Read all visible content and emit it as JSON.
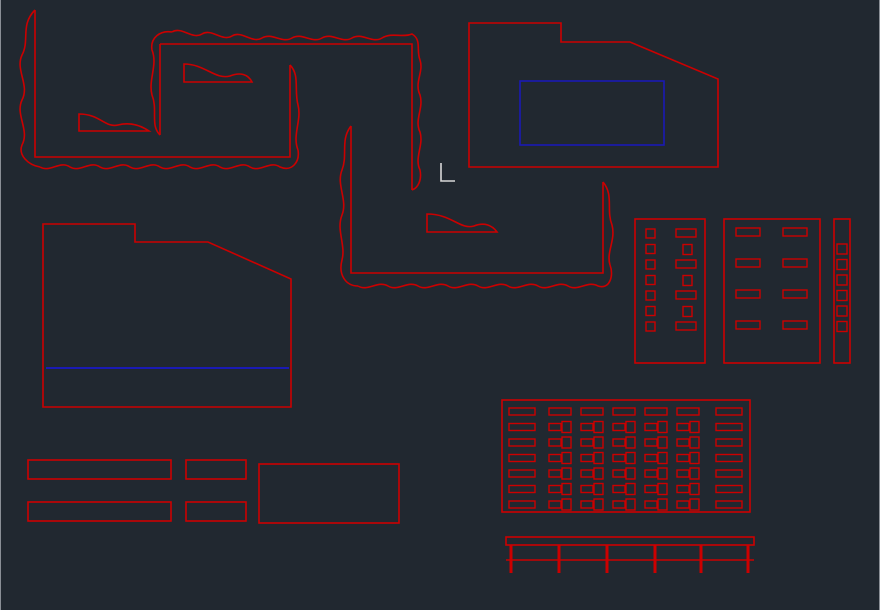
{
  "canvas": {
    "background": "#212830",
    "line_color": "#cc0000",
    "accent_line_color": "#1a1ab4",
    "cursor_color": "#d8d8d8",
    "cursor_icon": "crosshair-pickbox"
  },
  "objects": [
    "furniture-layout-left",
    "furniture-layout-middle",
    "building-footprint-top-right",
    "building-footprint-left",
    "facade-elevation-a",
    "facade-elevation-b",
    "facade-elevation-c",
    "facade-elevation-large",
    "bench-elevation",
    "bar-rectangles"
  ]
}
